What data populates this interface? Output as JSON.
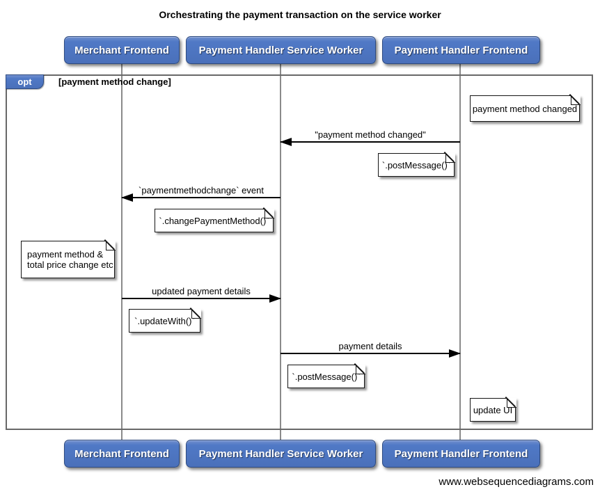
{
  "title": "Orchestrating the payment transaction on the service worker",
  "footer": "www.websequencediagrams.com",
  "actors": [
    {
      "id": "merchant-frontend",
      "label": "Merchant Frontend"
    },
    {
      "id": "payment-handler-service-worker",
      "label": "Payment Handler Service Worker"
    },
    {
      "id": "payment-handler-frontend",
      "label": "Payment Handler Frontend"
    }
  ],
  "frame": {
    "operator": "opt",
    "guard": "[payment method change]"
  },
  "notes": [
    {
      "text": "payment method changed",
      "position": "right of Payment Handler Frontend"
    },
    {
      "text": "`.postMessage()`",
      "position": "left of Payment Handler Frontend"
    },
    {
      "text": "`.changePaymentMethod()`",
      "position": "left of Payment Handler Service Worker"
    },
    {
      "text": "payment method &\ntotal price change etc",
      "position": "left of Merchant Frontend"
    },
    {
      "text": "`.updateWith()`",
      "position": "right of Merchant Frontend"
    },
    {
      "text": "`.postMessage()`",
      "position": "right of Payment Handler Service Worker"
    },
    {
      "text": "update UI",
      "position": "right of Payment Handler Frontend"
    }
  ],
  "messages": [
    {
      "label": "\"payment method changed\"",
      "from": "payment-handler-frontend",
      "to": "payment-handler-service-worker",
      "direction": "left"
    },
    {
      "label": "`paymentmethodchange` event",
      "from": "payment-handler-service-worker",
      "to": "merchant-frontend",
      "direction": "left"
    },
    {
      "label": "updated payment details",
      "from": "merchant-frontend",
      "to": "payment-handler-service-worker",
      "direction": "right"
    },
    {
      "label": "payment details",
      "from": "payment-handler-service-worker",
      "to": "payment-handler-frontend",
      "direction": "right"
    }
  ],
  "colors": {
    "actor_fill": "#5079c6",
    "actor_border": "#2d4a80",
    "actor_text": "#ffffff",
    "frame_border": "#686868",
    "lifeline": "#8a8a8a",
    "note_background": "#ffffff",
    "note_border": "#141414",
    "arrow": "#000000",
    "background": "#ffffff"
  }
}
